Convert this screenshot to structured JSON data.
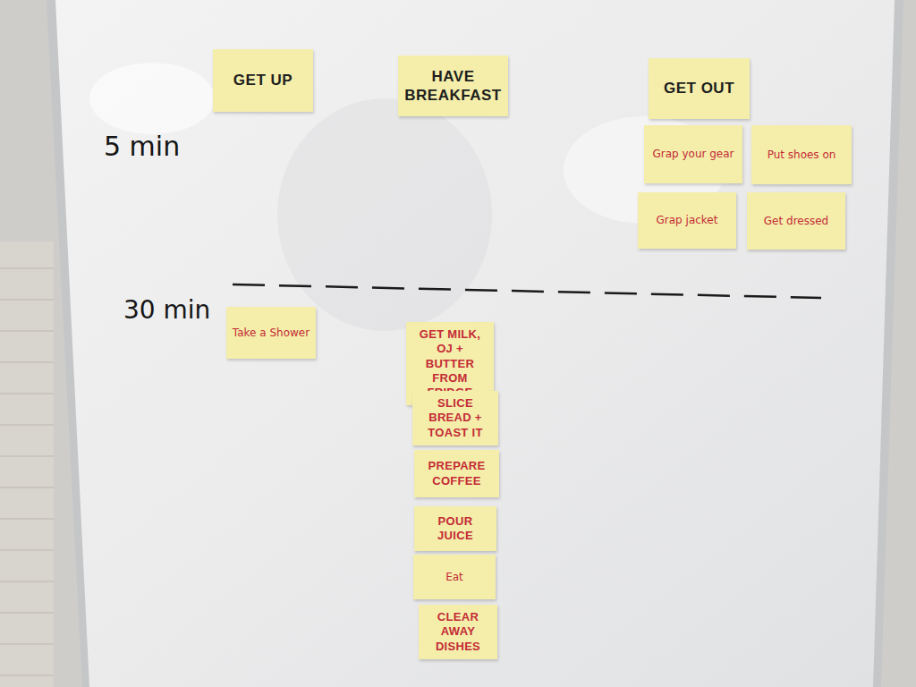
{
  "diagram": {
    "nodes": [
      {
        "text": [
          "GET UP"
        ]
      },
      {
        "text": [
          "HAVE BREAKFAST"
        ]
      },
      {
        "text": [
          "GET OUT"
        ]
      },
      {
        "text": [
          "Grap your gear"
        ]
      },
      {
        "text": [
          "Put shoes on"
        ]
      },
      {
        "text": [
          "Grap jacket"
        ]
      },
      {
        "text": [
          "Get dressed"
        ]
      },
      {
        "text": [
          "Take a Shower"
        ]
      },
      {
        "text": [
          "GET MILK, OJ + BUTTER FROM FRIDGE"
        ]
      },
      {
        "text": [
          "SLICE BREAD + TOAST IT"
        ]
      },
      {
        "text": [
          "PREPARE COFFEE"
        ]
      },
      {
        "text": [
          "POUR JUICE"
        ]
      },
      {
        "text": [
          "Eat"
        ]
      },
      {
        "text": [
          "CLEAR AWAY DISHES"
        ]
      }
    ],
    "labels": [
      "5 min",
      "30 min"
    ]
  }
}
